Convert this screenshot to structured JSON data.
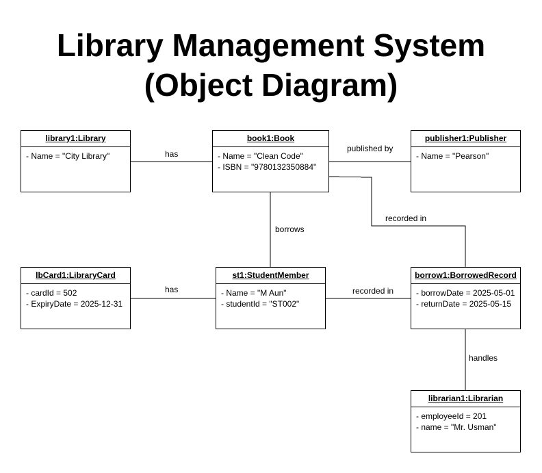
{
  "title": {
    "line1": "Library Management System",
    "line2": "(Object Diagram)"
  },
  "objects": {
    "library": {
      "name": "library1:Library",
      "attributes": [
        "- Name = \"City Library\""
      ]
    },
    "book": {
      "name": "book1:Book",
      "attributes": [
        "- Name = \"Clean Code\"",
        "- ISBN = \"9780132350884\""
      ]
    },
    "publisher": {
      "name": "publisher1:Publisher",
      "attributes": [
        "- Name = \"Pearson\""
      ]
    },
    "librarycard": {
      "name": "lbCard1:LibraryCard",
      "attributes": [
        "- cardId = 502",
        "- ExpiryDate = 2025-12-31"
      ]
    },
    "student": {
      "name": "st1:StudentMember",
      "attributes": [
        "- Name = \"M Aun\"",
        "- studentId = \"ST002\""
      ]
    },
    "borrowed": {
      "name": "borrow1:BorrowedRecord",
      "attributes": [
        "- borrowDate = 2025-05-01",
        "- returnDate = 2025-05-15"
      ]
    },
    "librarian": {
      "name": "librarian1:Librarian",
      "attributes": [
        "- employeeId = 201",
        "- name = \"Mr. Usman\""
      ]
    }
  },
  "links": {
    "library_book": "has",
    "book_publisher": "published by",
    "book_student": "borrows",
    "book_borrowed": "recorded in",
    "card_student": "has",
    "student_borrowed": "recorded in",
    "borrowed_librarian": "handles"
  }
}
